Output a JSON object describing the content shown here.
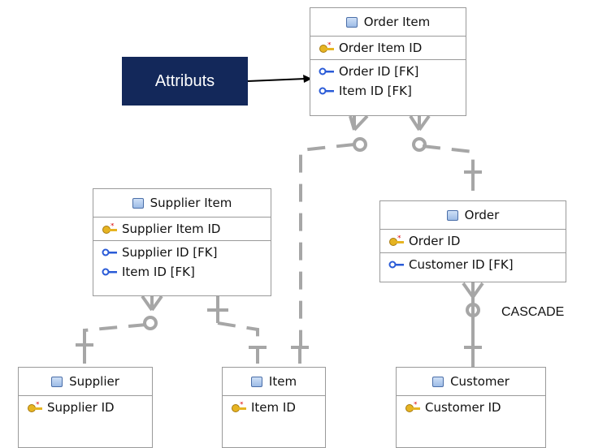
{
  "callout": {
    "label": "Attributs"
  },
  "entities": {
    "order_item": {
      "name": "Order Item",
      "pk": [
        "Order Item ID"
      ],
      "fk": [
        "Order ID [FK]",
        "Item ID [FK]"
      ]
    },
    "supplier_item": {
      "name": "Supplier Item",
      "pk": [
        "Supplier Item ID"
      ],
      "fk": [
        "Supplier ID [FK]",
        "Item ID [FK]"
      ]
    },
    "order": {
      "name": "Order",
      "pk": [
        "Order ID"
      ],
      "fk": [
        "Customer ID [FK]"
      ]
    },
    "supplier": {
      "name": "Supplier",
      "pk": [
        "Supplier ID"
      ],
      "fk": []
    },
    "item": {
      "name": "Item",
      "pk": [
        "Item ID"
      ],
      "fk": []
    },
    "customer": {
      "name": "Customer",
      "pk": [
        "Customer ID"
      ],
      "fk": []
    }
  },
  "relationship_label": "CASCADE",
  "colors": {
    "callout_bg": "#13285a",
    "connector": "#a6a6a6",
    "fk_icon": "#2a5bd7",
    "key_icon": "#e6b422"
  },
  "icons": {
    "table": "table-icon",
    "primary_key": "primary-key-icon",
    "foreign_key": "foreign-key-icon"
  }
}
